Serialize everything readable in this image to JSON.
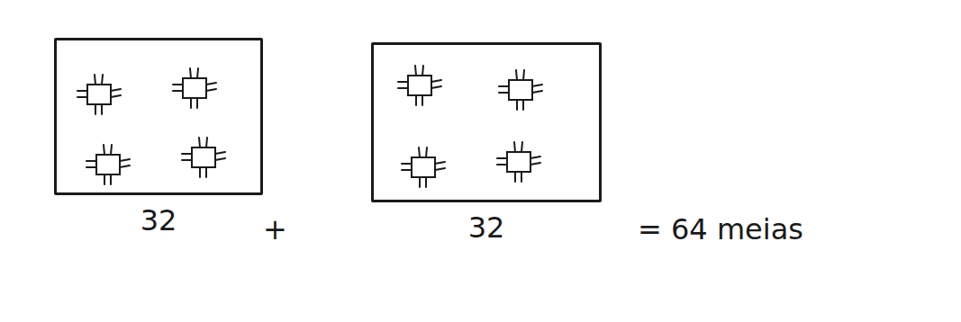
{
  "diagram": {
    "nodes": [
      {
        "text": [
          "32"
        ]
      },
      {
        "text": [
          "32"
        ]
      }
    ],
    "labels": [
      "+",
      "= 64 meias"
    ]
  }
}
